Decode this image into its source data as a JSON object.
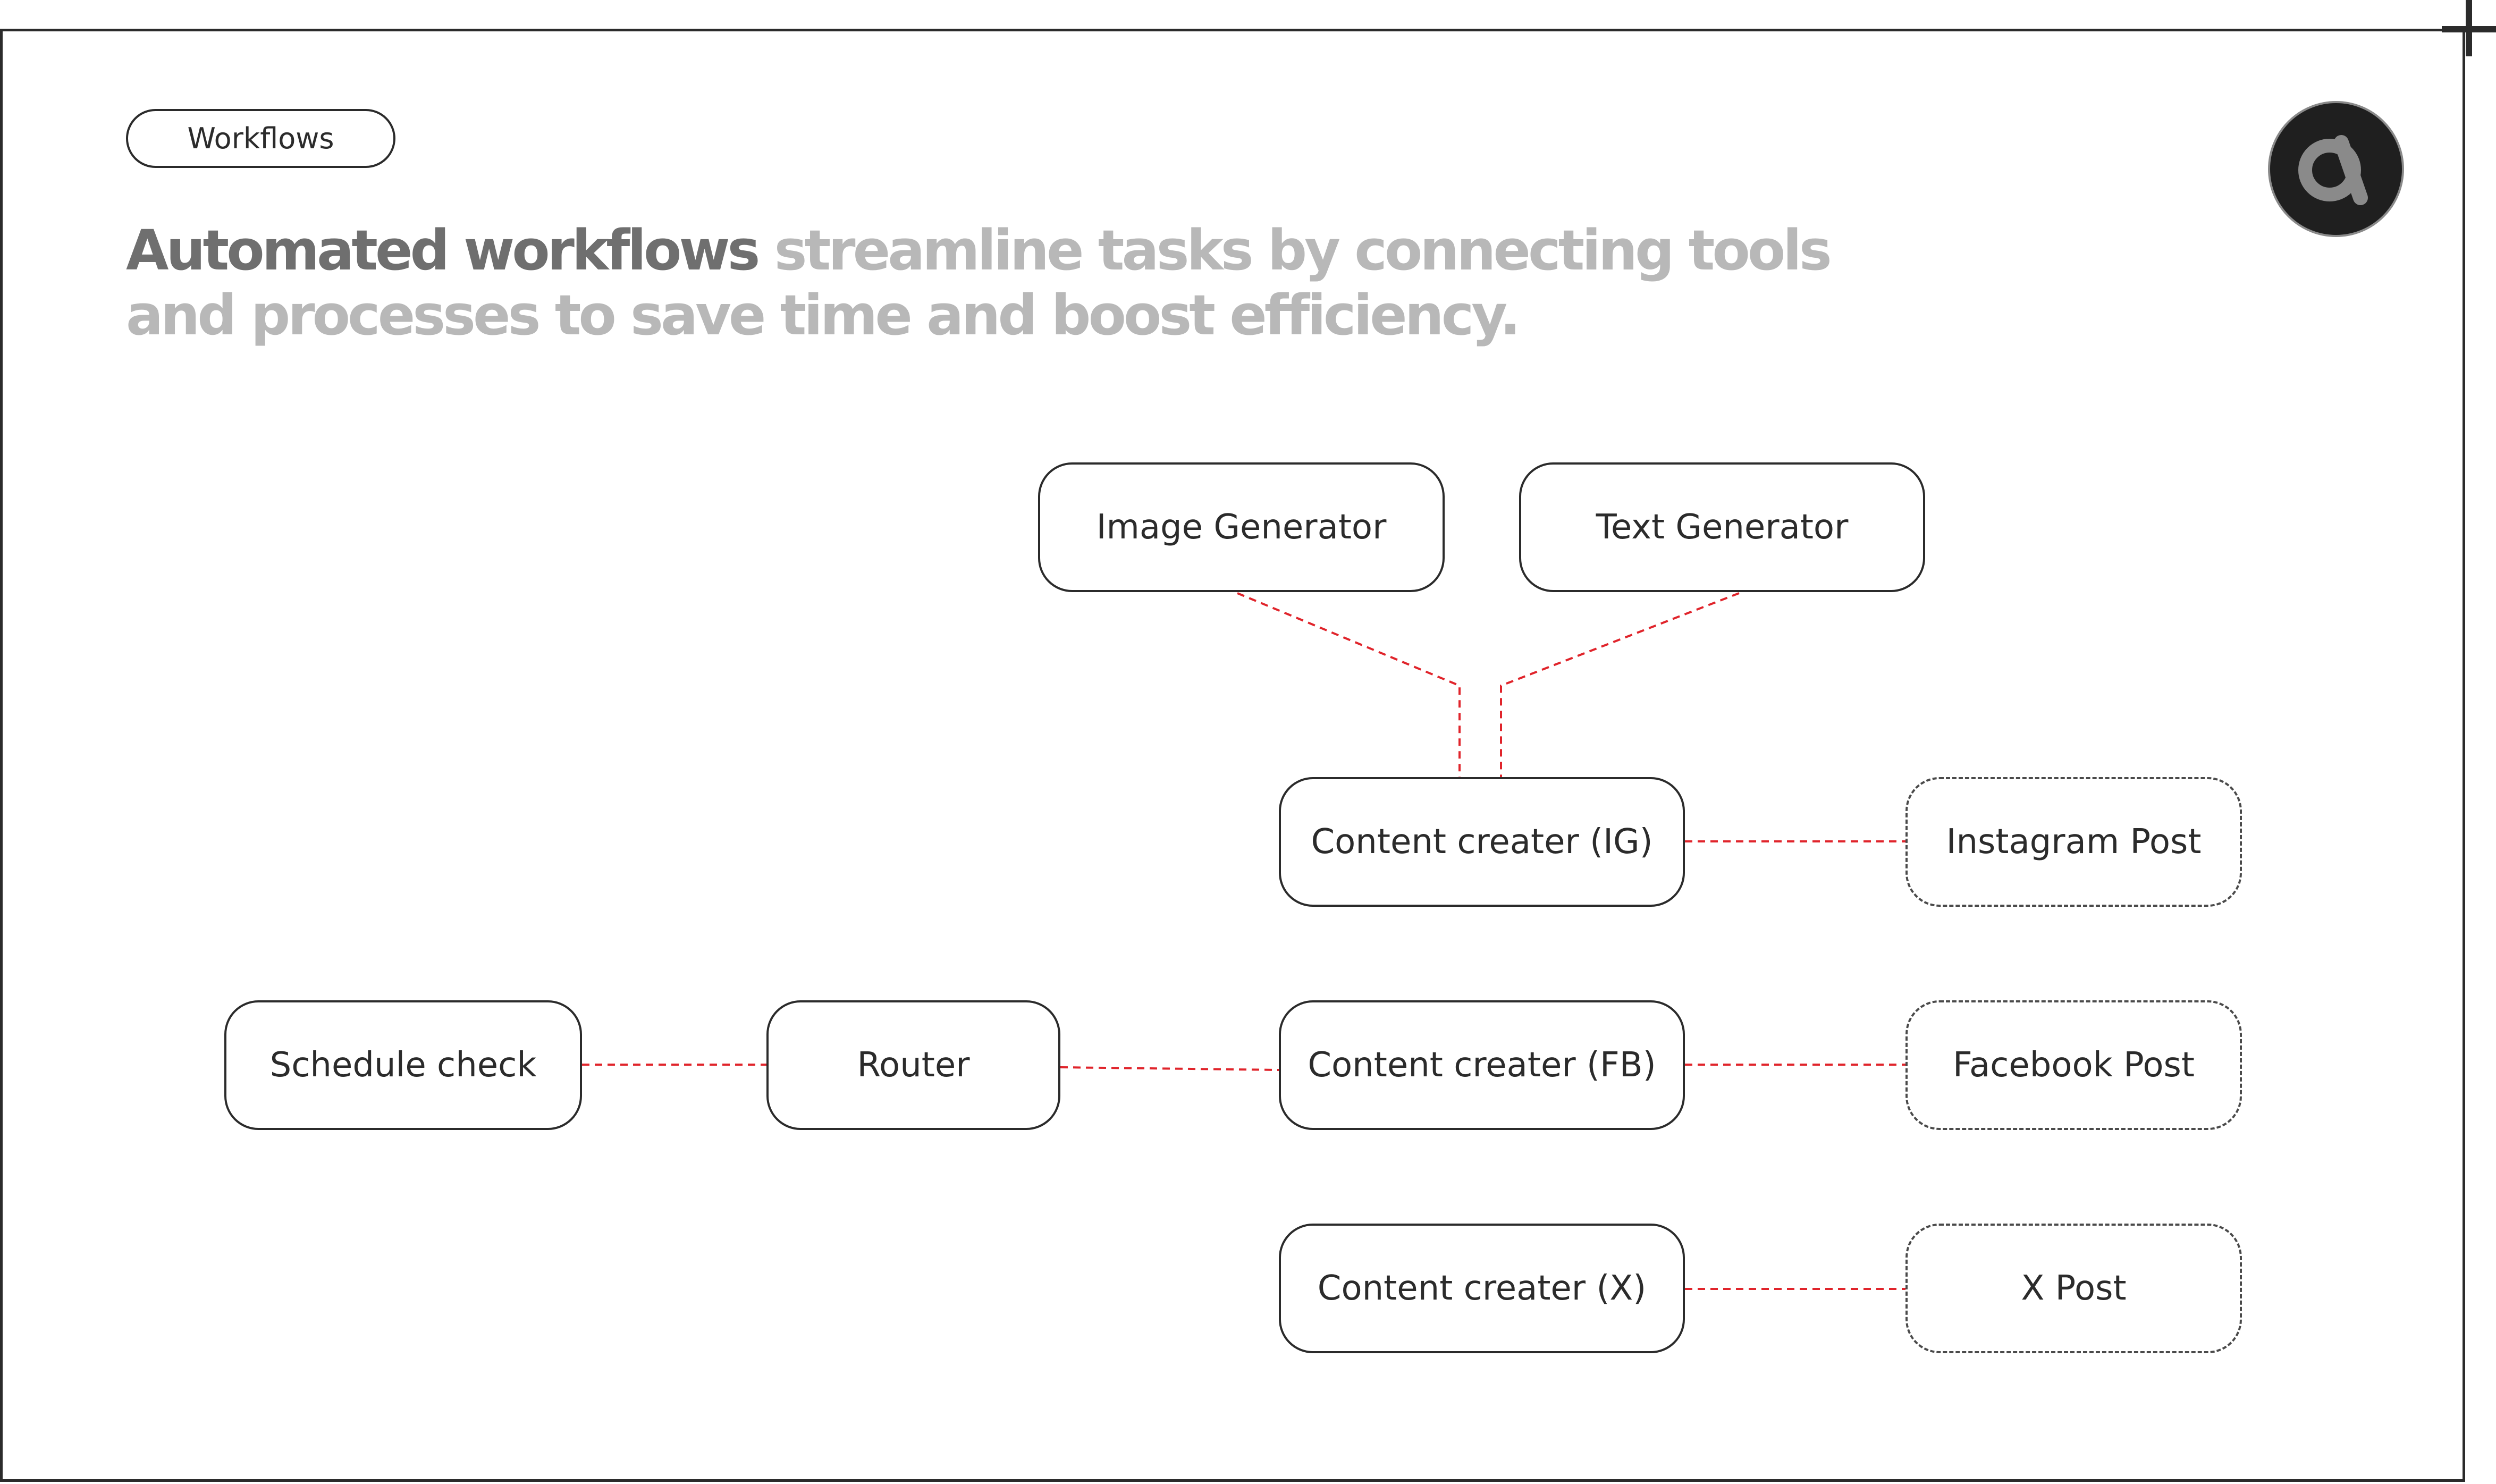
{
  "header": {
    "tag_label": "Workflows",
    "headline_emphasis": "Automated workflows",
    "headline_rest": " streamline tasks by connecting tools and processes to save time and boost efficiency."
  },
  "logo": {
    "icon": "alpha-logo-icon",
    "background": "#1f1f1f",
    "foreground": "#8a8a8a"
  },
  "colors": {
    "connector": "#e0242b",
    "node_border": "#2b2b2b",
    "headline_dark": "#6f6f6f",
    "headline_light": "#b8b8b8"
  },
  "diagram": {
    "nodes": [
      {
        "id": "image-generator",
        "label": "Image Generator",
        "style": "solid"
      },
      {
        "id": "text-generator",
        "label": "Text Generator",
        "style": "solid"
      },
      {
        "id": "content-creator-ig",
        "label": "Content creater (IG)",
        "style": "solid"
      },
      {
        "id": "instagram-post",
        "label": "Instagram Post",
        "style": "dashed"
      },
      {
        "id": "schedule-check",
        "label": "Schedule check",
        "style": "solid"
      },
      {
        "id": "router",
        "label": "Router",
        "style": "solid"
      },
      {
        "id": "content-creator-fb",
        "label": "Content creater (FB)",
        "style": "solid"
      },
      {
        "id": "facebook-post",
        "label": "Facebook Post",
        "style": "dashed"
      },
      {
        "id": "content-creator-x",
        "label": "Content creater (X)",
        "style": "solid"
      },
      {
        "id": "x-post",
        "label": "X Post",
        "style": "dashed"
      }
    ],
    "edges": [
      {
        "from": "image-generator",
        "to": "content-creator-ig"
      },
      {
        "from": "text-generator",
        "to": "content-creator-ig"
      },
      {
        "from": "content-creator-ig",
        "to": "instagram-post"
      },
      {
        "from": "schedule-check",
        "to": "router"
      },
      {
        "from": "router",
        "to": "content-creator-fb"
      },
      {
        "from": "content-creator-fb",
        "to": "facebook-post"
      },
      {
        "from": "content-creator-x",
        "to": "x-post"
      }
    ]
  }
}
